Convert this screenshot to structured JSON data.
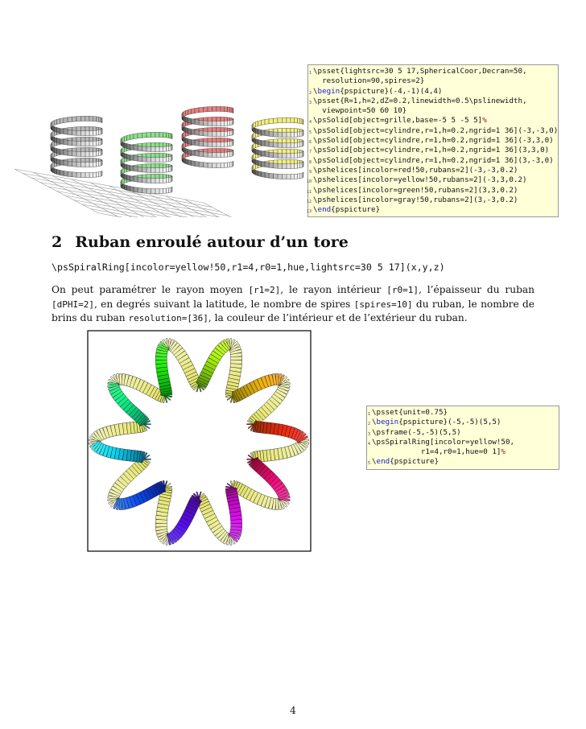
{
  "code_block_1": {
    "lines": [
      {
        "num": "1",
        "text": "\\psset{lightsrc=30 5 17,SphericalCoor,Decran=50,"
      },
      {
        "num": "",
        "text": "  resolution=90,spires=2}"
      },
      {
        "num": "2",
        "text": "\\begin{pspicture}(-4,-1)(4,4)",
        "kw": "begin"
      },
      {
        "num": "3",
        "text": "\\psset{R=1,h=2,dZ=0.2,linewidth=0.5\\pslinewidth,"
      },
      {
        "num": "",
        "text": "  viewpoint=50 60 10}"
      },
      {
        "num": "4",
        "text": "\\psSolid[object=grille,base=-5 5 -5 5]%"
      },
      {
        "num": "5",
        "text": "\\psSolid[object=cylindre,r=1,h=0.2,ngrid=1 36](-3,-3,0)"
      },
      {
        "num": "6",
        "text": "\\psSolid[object=cylindre,r=1,h=0.2,ngrid=1 36](-3,3,0)"
      },
      {
        "num": "7",
        "text": "\\psSolid[object=cylindre,r=1,h=0.2,ngrid=1 36](3,3,0)"
      },
      {
        "num": "8",
        "text": "\\psSolid[object=cylindre,r=1,h=0.2,ngrid=1 36](3,-3,0)"
      },
      {
        "num": "9",
        "text": "\\pshelices[incolor=red!50,rubans=2](-3,-3,0.2)"
      },
      {
        "num": "10",
        "text": "\\pshelices[incolor=yellow!50,rubans=2](-3,3,0.2)"
      },
      {
        "num": "11",
        "text": "\\pshelices[incolor=green!50,rubans=2](3,3,0.2)"
      },
      {
        "num": "12",
        "text": "\\pshelices[incolor=gray!50,rubans=2](3,-3,0.2)"
      },
      {
        "num": "13",
        "text": "\\end{pspicture}",
        "kw": "end"
      }
    ]
  },
  "section": {
    "number": "2",
    "title": "Ruban enroulé autour d’un tore"
  },
  "syntax": "\\psSpiralRing[incolor=yellow!50,r1=4,r0=1,hue,lightsrc=30 5 17](x,y,z)",
  "paragraph": [
    {
      "t": "On peut paramétrer le rayon moyen "
    },
    {
      "c": "[r1=2]"
    },
    {
      "t": ", le rayon intérieur "
    },
    {
      "c": "[r0=1]"
    },
    {
      "t": ", l’épaisseur du ruban "
    },
    {
      "c": "[dPHI=2]"
    },
    {
      "t": ", en degrés suivant la latitude, le nombre de spires "
    },
    {
      "c": "[spires=10]"
    },
    {
      "t": " du ruban, le nombre de brins du ruban "
    },
    {
      "c": "resolution=[36]"
    },
    {
      "t": ", la couleur de l’intérieur et de l’extérieur du ruban."
    }
  ],
  "code_block_2": {
    "lines": [
      {
        "num": "1",
        "text": "\\psset{unit=0.75}"
      },
      {
        "num": "2",
        "text": "\\begin{pspicture}(-5,-5)(5,5)",
        "kw": "begin"
      },
      {
        "num": "3",
        "text": "\\psframe(-5,-5)(5,5)"
      },
      {
        "num": "4",
        "text": "\\psSpiralRing[incolor=yellow!50,"
      },
      {
        "num": "",
        "text": "           r1=4,r0=1,hue=0 1]%"
      },
      {
        "num": "5",
        "text": "\\end{pspicture}",
        "kw": "end"
      }
    ]
  },
  "figures": {
    "helices": {
      "incolors": [
        "red!50",
        "yellow!50",
        "green!50",
        "gray!50"
      ],
      "colors": {
        "red": "#e87f7f",
        "yellow": "#f4f07a",
        "green": "#8ee08e",
        "gray": "#b8b8b8"
      }
    },
    "spiral_ring": {
      "spires": 10,
      "hue_range": [
        0,
        1
      ]
    }
  },
  "page_number": "4"
}
